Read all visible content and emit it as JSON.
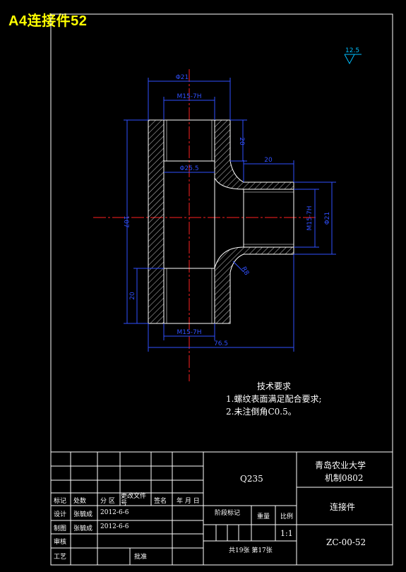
{
  "header": {
    "title": "A4连接件52"
  },
  "dimensions": {
    "top_width": "Φ21",
    "top_thread": "M15-7H",
    "top_depth": "20",
    "right_length": "20",
    "inner_dia": "Φ25.5",
    "total_height": "107",
    "right_thread": "M15-7H",
    "right_dia": "Φ21",
    "bottom_depth": "20",
    "bottom_thread": "M15-7H",
    "total_width": "76.5",
    "radius": "R8"
  },
  "roughness": {
    "value": "12.5"
  },
  "tech_requirements": {
    "heading": "技术要求",
    "item1": "1.螺纹表面满足配合要求;",
    "item2": "2.未注倒角C0.5。"
  },
  "title_block": {
    "material": "Q235",
    "school": "青岛农业大学",
    "class_name": "机制0802",
    "part_name": "连接件",
    "drawing_no": "ZC-00-52",
    "scale": "1:1",
    "scale_label": "比例",
    "weight_label": "重量",
    "stage_label": "阶段标记",
    "sheets": "共19张 第17张",
    "row_labels": [
      "标记",
      "处数",
      "分 区",
      "更改文件号",
      "签名",
      "年 月 日"
    ],
    "design_label": "设计",
    "design_name": "张毓成",
    "design_date": "2012-6-6",
    "draw_label": "制图",
    "draw_name": "张毓成",
    "draw_date": "2012-6-6",
    "check_label": "审核",
    "process_label": "工艺",
    "approve_label": "批准"
  }
}
